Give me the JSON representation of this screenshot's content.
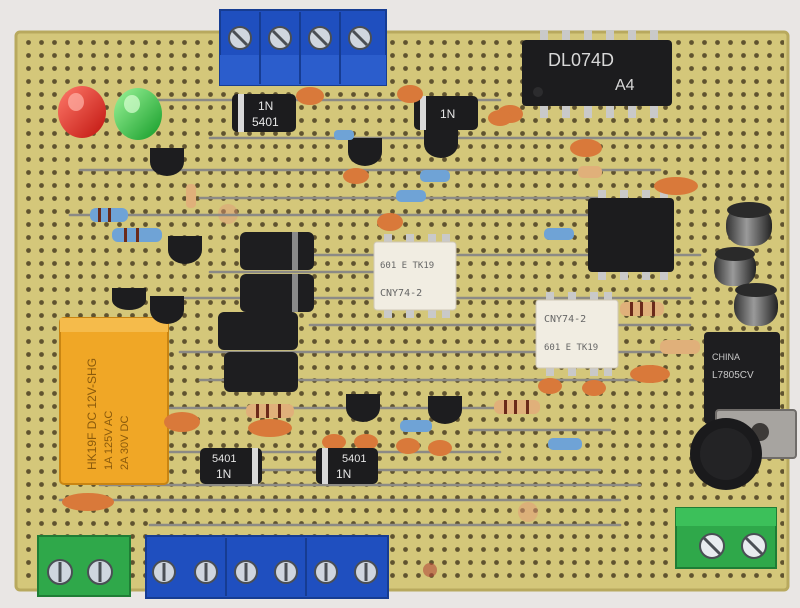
{
  "colors": {
    "background": "#e9e6e4",
    "board": "#d4c77a",
    "board_edge": "#b8a95e",
    "hole": "#4b3f22",
    "ic_body": "#1c1c1e",
    "optocoupler_body": "#f1ede2",
    "terminal_blue": "#1f4fbf",
    "terminal_green": "#2fa84a",
    "relay": "#f0a726",
    "ceramic_cap": "#d9793a",
    "led_red": "#e0211b",
    "led_green": "#27c134"
  },
  "labels": {
    "ic_main_line1": "DL074D",
    "ic_main_line2": "A4",
    "diode_top_1a": "1N",
    "diode_top_1b": "5401",
    "diode_top_2a": "1N",
    "diode_bottom_1a": "1N",
    "diode_bottom_1b": "5401",
    "diode_bottom_2a": "1N",
    "diode_bottom_2b": "5401",
    "opto_1_line1": "CNY74-2",
    "opto_1_line2": "601 E TK19",
    "opto_2_line1": "CNY74-2",
    "opto_2_line2": "601 E TK19",
    "relay_line1": "HK19F DC 12V-SHG",
    "relay_line2": "1A 125V AC",
    "relay_line3": "2A 30V DC",
    "regulator_line1": "L7805CV",
    "regulator_line2": "CHINA"
  }
}
